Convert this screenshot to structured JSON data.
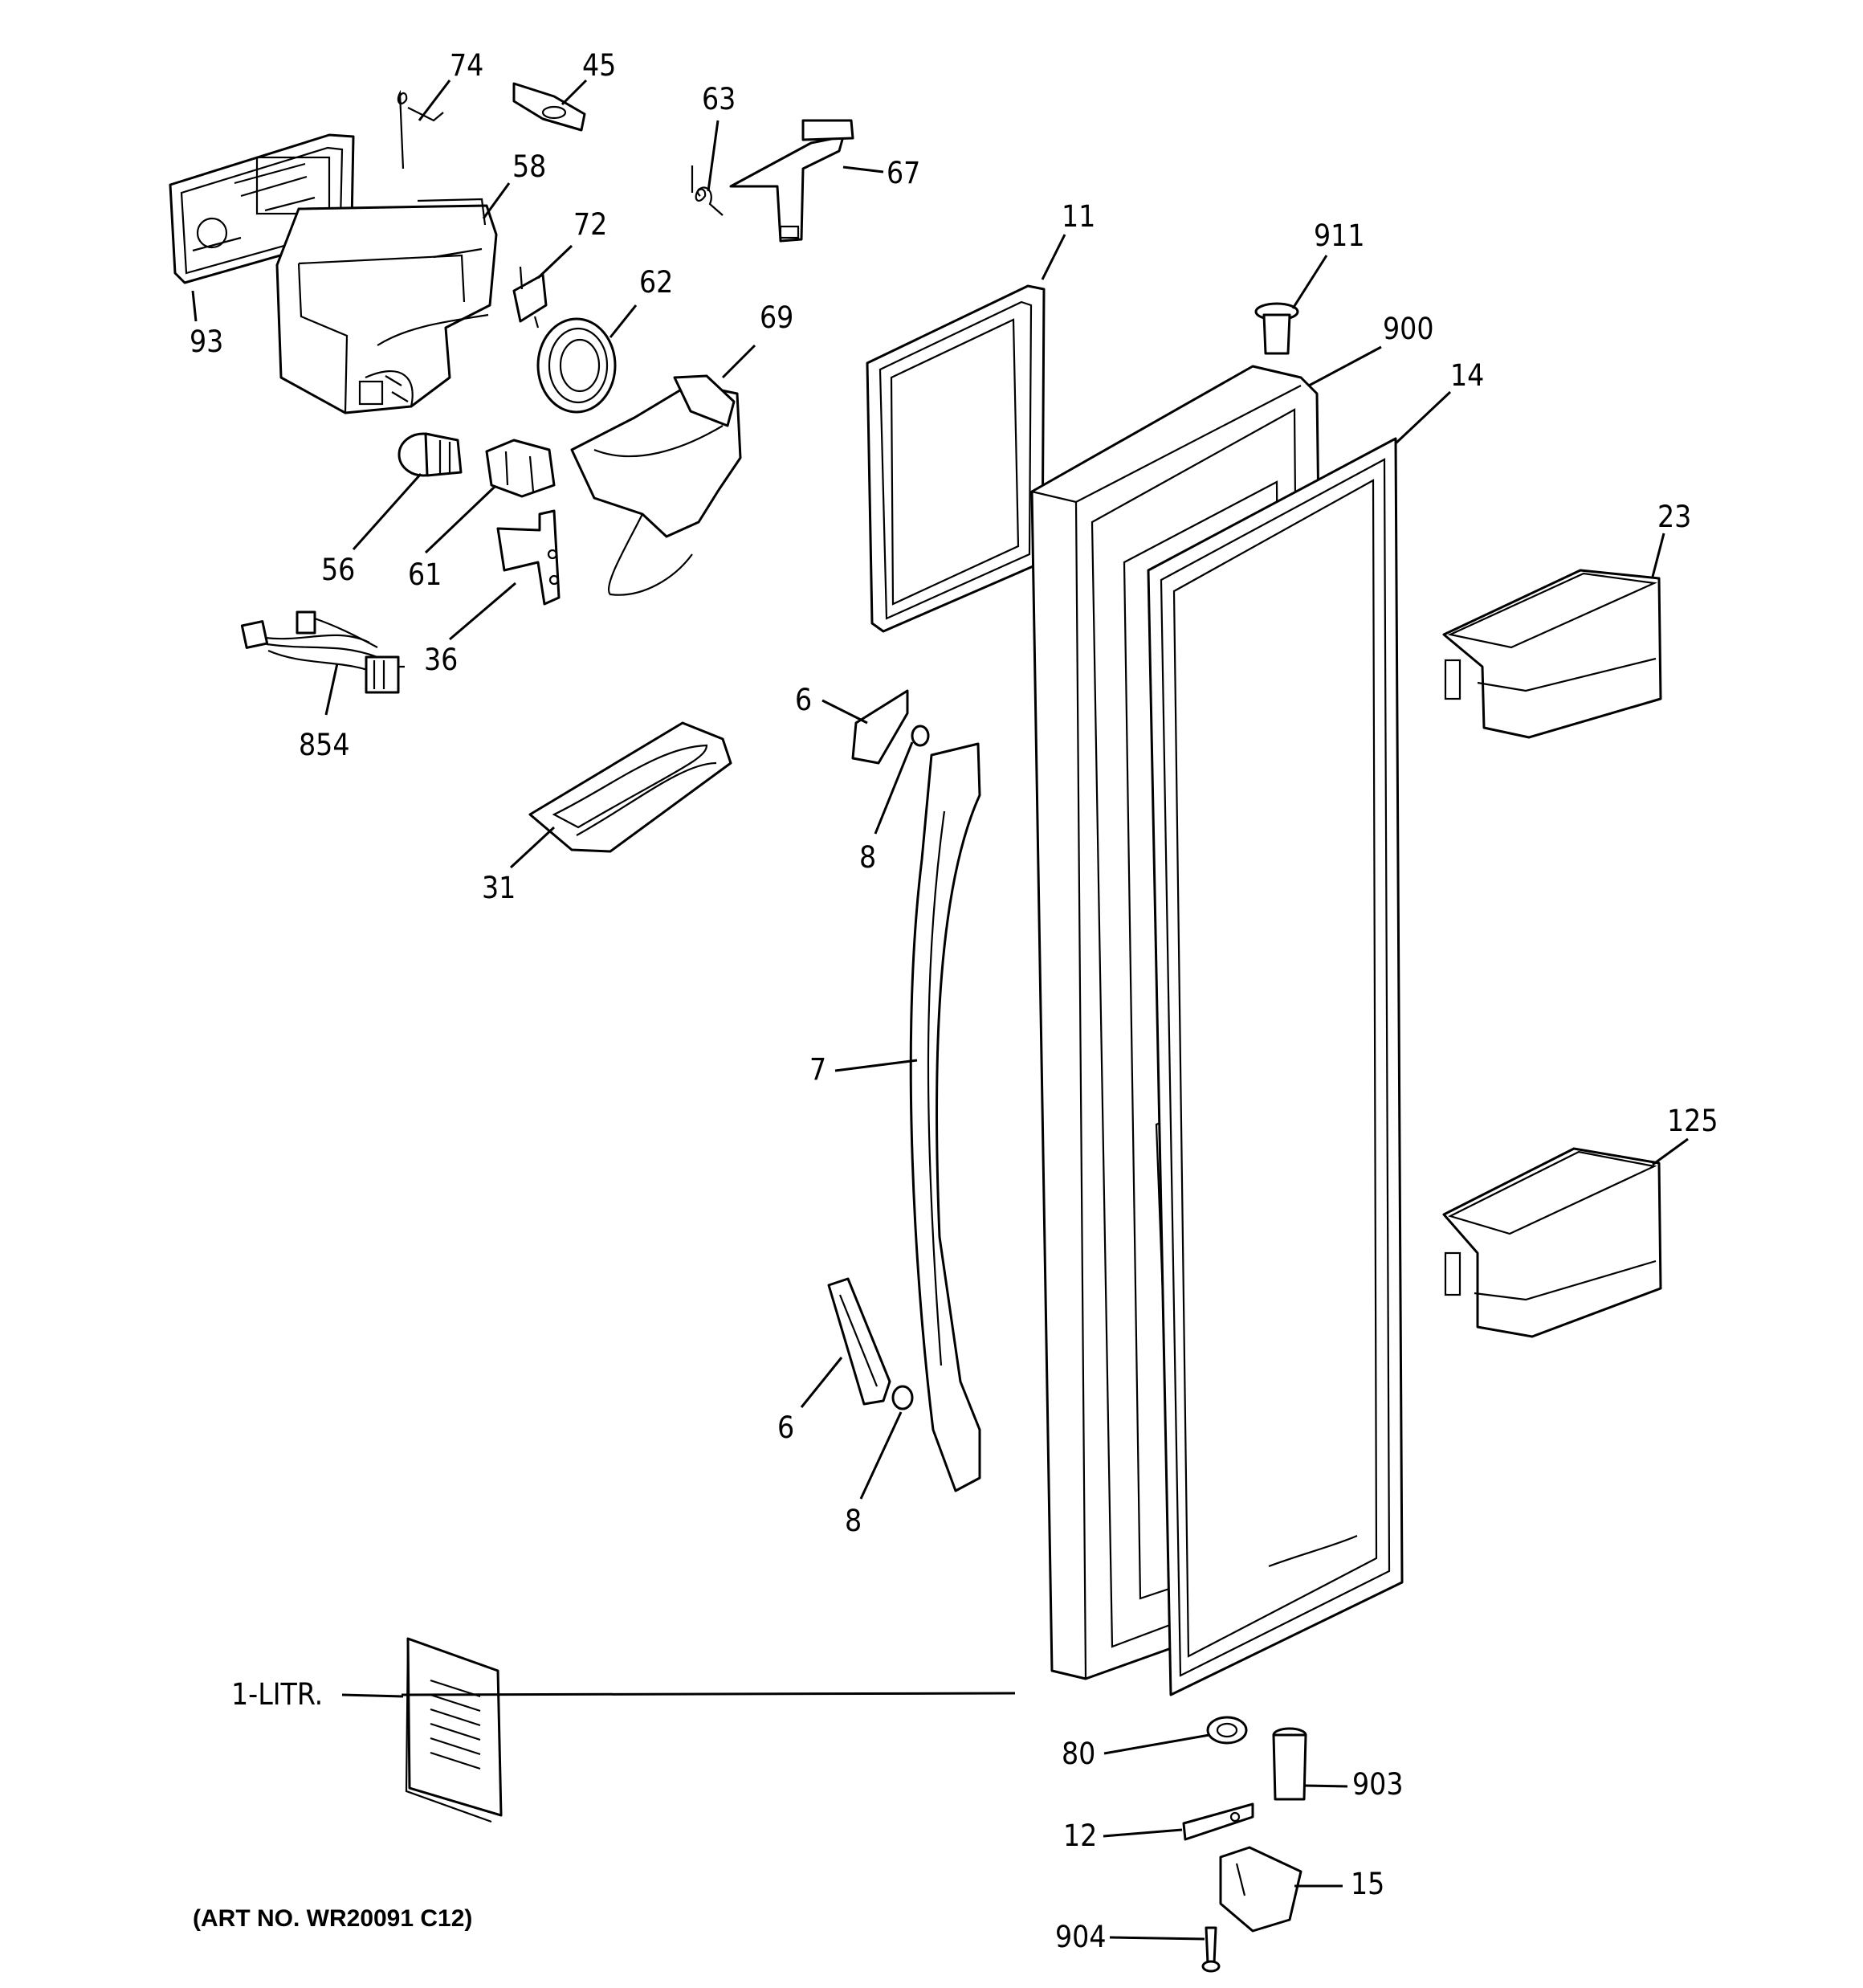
{
  "callouts": {
    "c74": "74",
    "c45": "45",
    "c63": "63",
    "c67": "67",
    "c58": "58",
    "c72": "72",
    "c93": "93",
    "c62": "62",
    "c69": "69",
    "c11": "11",
    "c911": "911",
    "c900": "900",
    "c14": "14",
    "c56": "56",
    "c61": "61",
    "c36": "36",
    "c854": "854",
    "c23": "23",
    "c6a": "6",
    "c8a": "8",
    "c31": "31",
    "c7": "7",
    "c125": "125",
    "c6b": "6",
    "c8b": "8",
    "c1litr": "1-LITR.",
    "c80": "80",
    "c903": "903",
    "c12": "12",
    "c15": "15",
    "c904": "904"
  },
  "art_number": "(ART NO. WR20091 C12)"
}
